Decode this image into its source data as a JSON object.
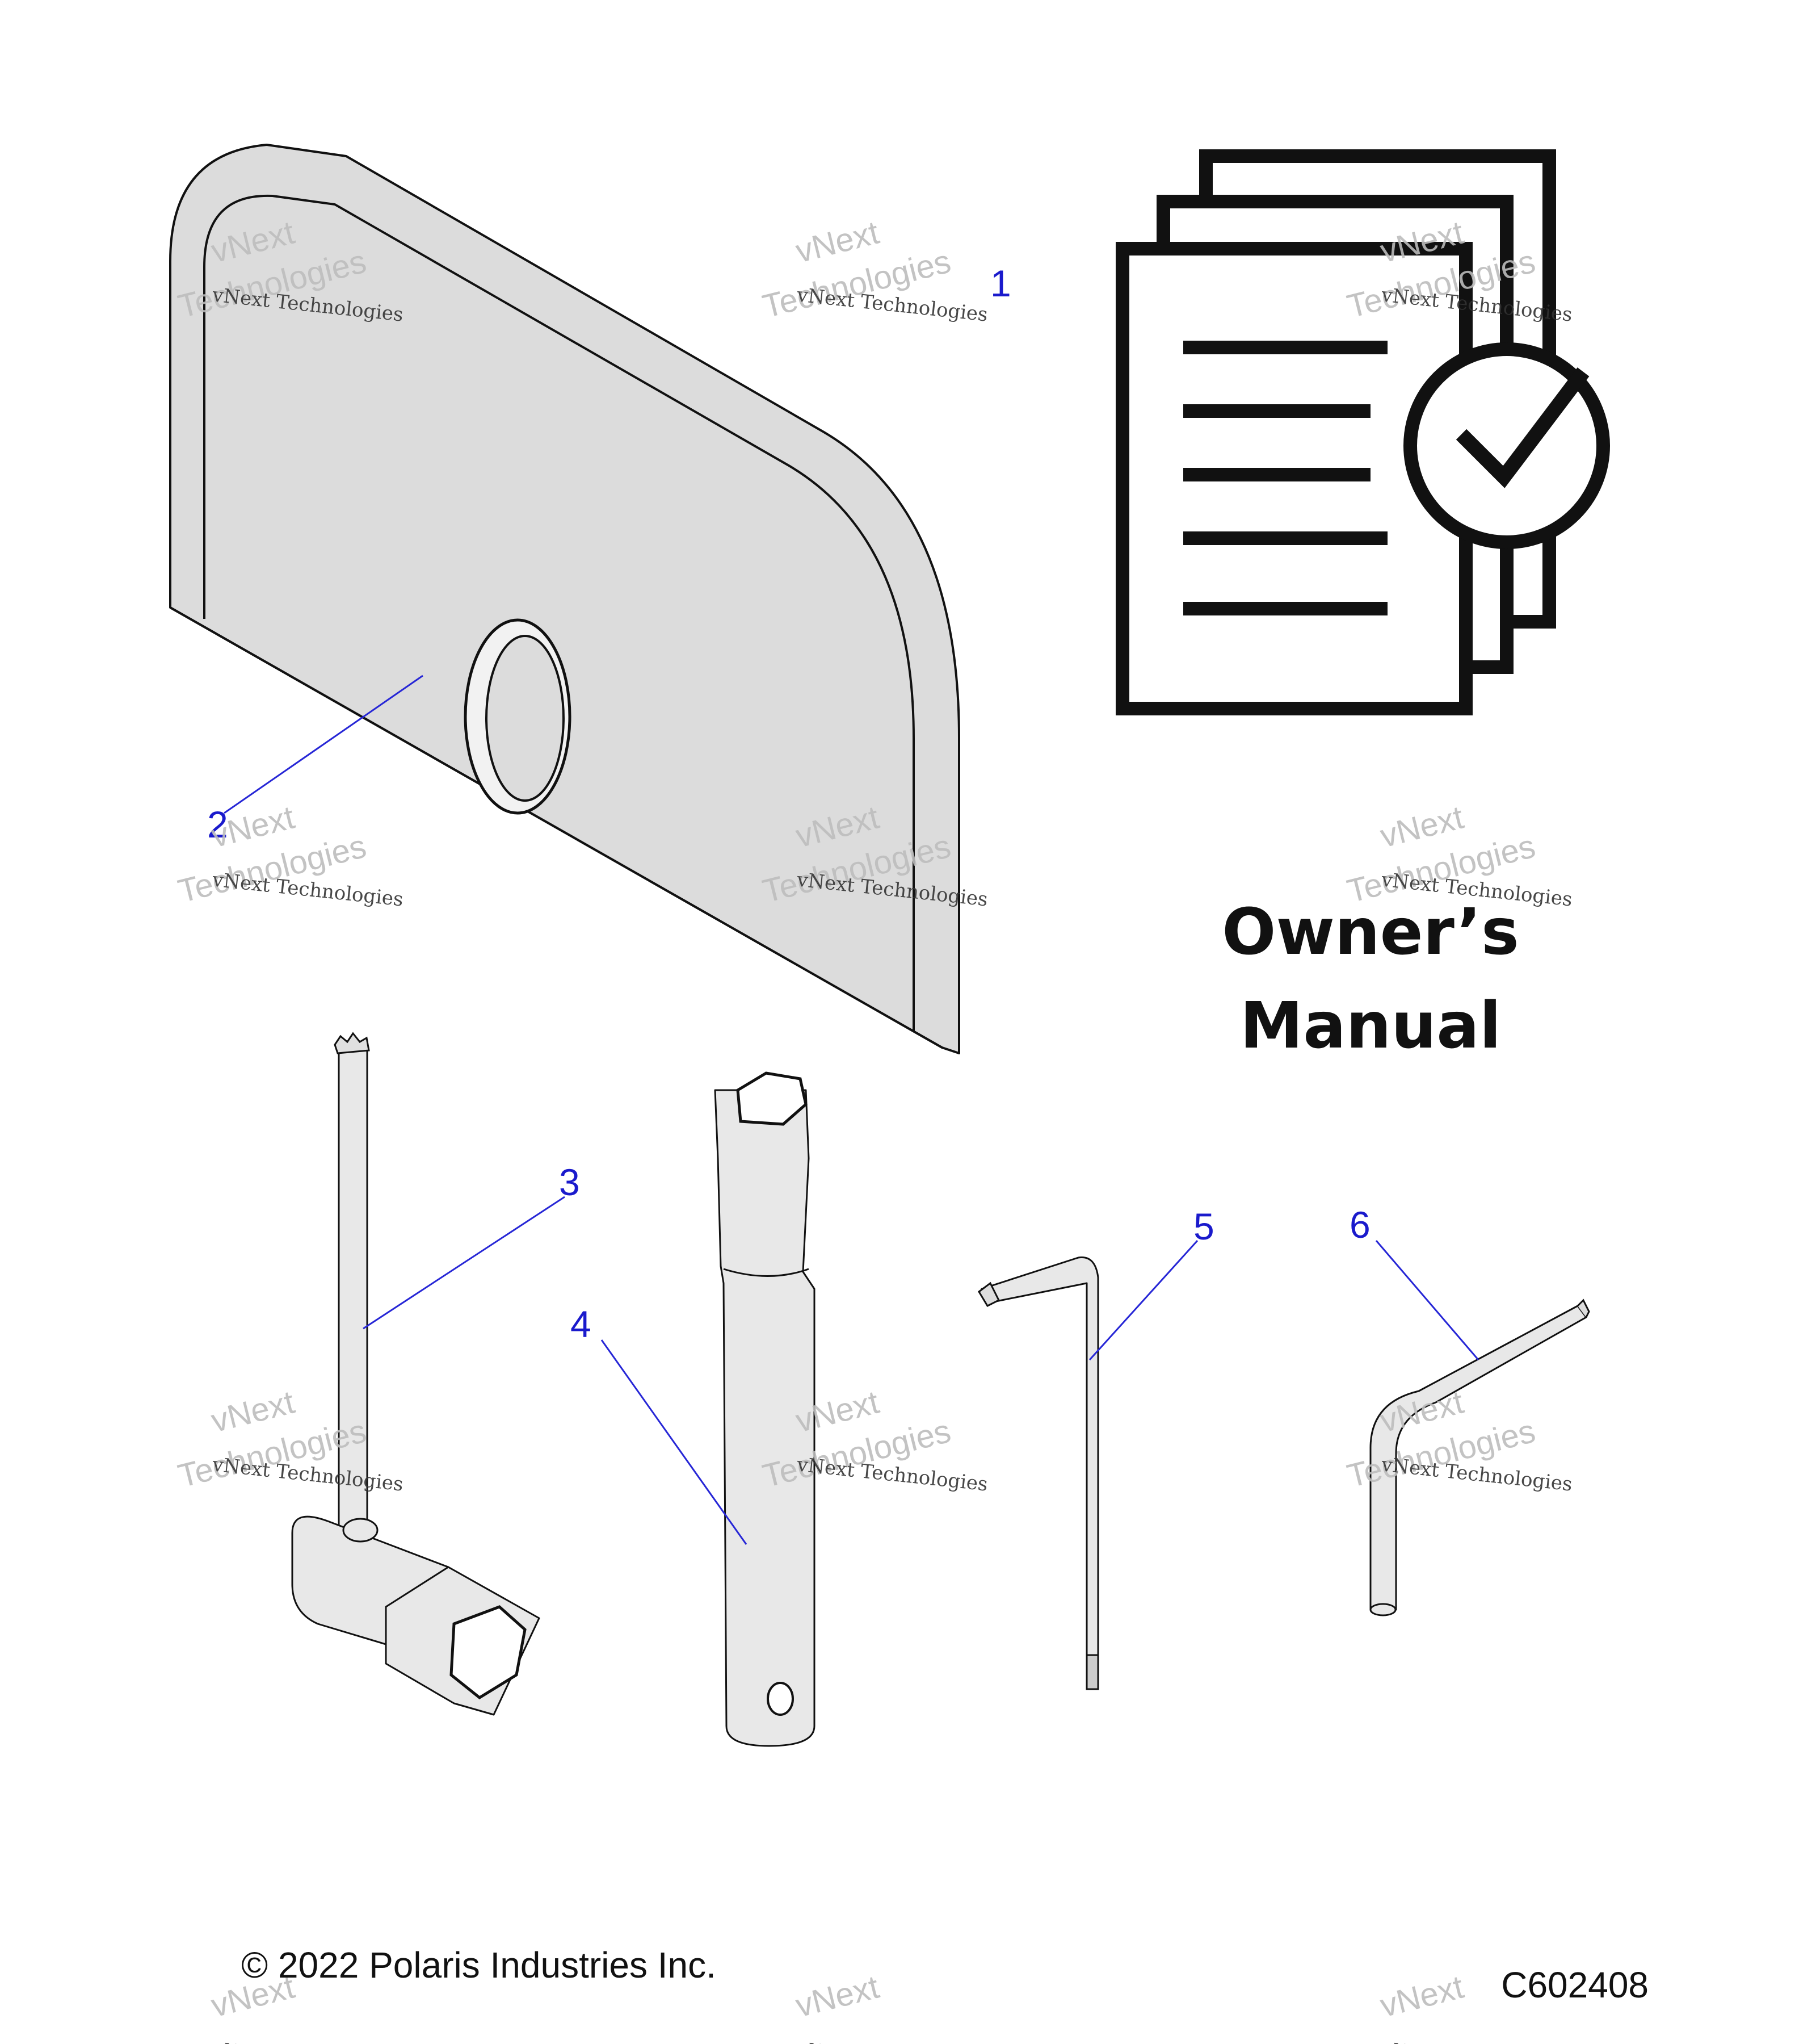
{
  "callouts": {
    "c1": "1",
    "c2": "2",
    "c3": "3",
    "c4": "4",
    "c5": "5",
    "c6": "6"
  },
  "manual": {
    "line1": "Owner’s",
    "line2": "Manual"
  },
  "watermark": {
    "big": "Technologies",
    "small": "vNext Technologies",
    "top": "vNext"
  },
  "footer": {
    "copyright": "© 2022 Polaris Industries Inc.",
    "code": "C602408"
  },
  "colors": {
    "callout": "#1a1acc",
    "part_fill": "#dcdcdc",
    "outline": "#111111"
  }
}
